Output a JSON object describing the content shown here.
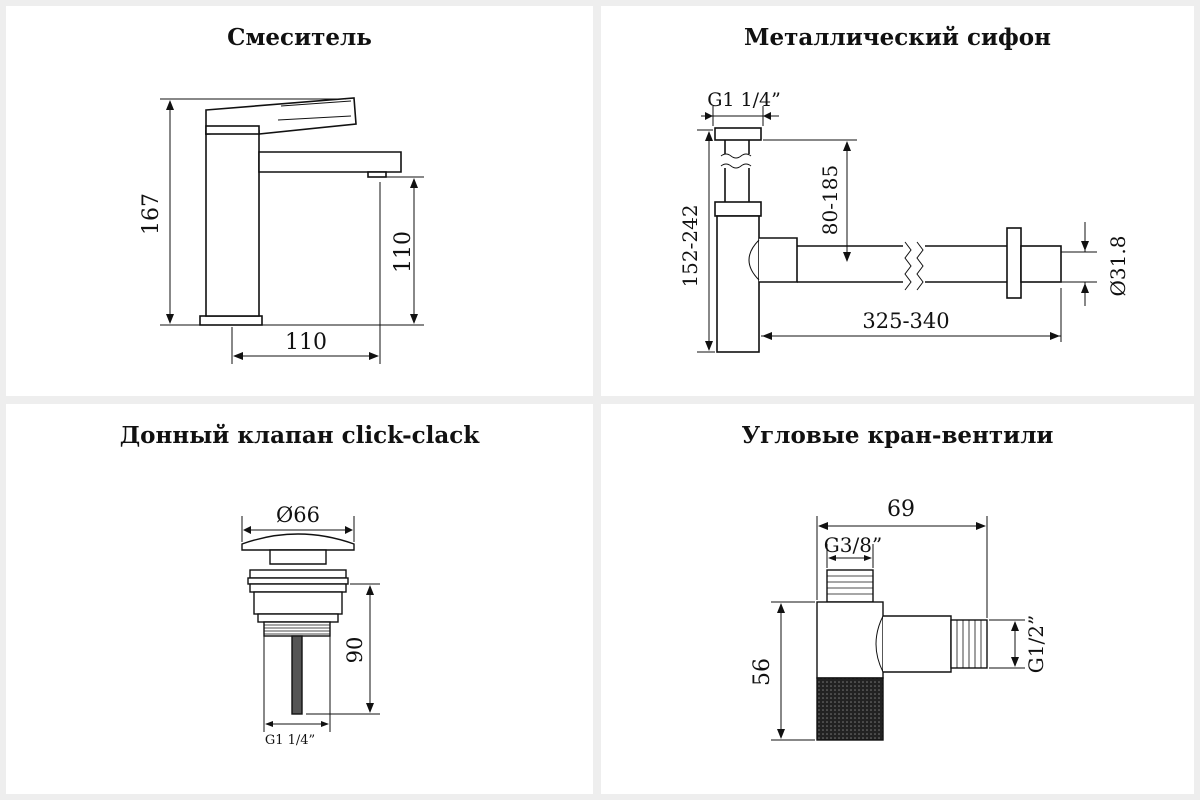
{
  "panels": {
    "mixer": {
      "title": "Смеситель",
      "dims": {
        "height_total": "167",
        "spout_height": "110",
        "spout_reach": "110"
      }
    },
    "siphon": {
      "title": "Металлический сифон",
      "dims": {
        "thread": "G1 1/4”",
        "height_range": "152-242",
        "outlet_height": "80-185",
        "length_range": "325-340",
        "diameter": "Ø31.8"
      }
    },
    "drain": {
      "title": "Донный клапан click-clack",
      "dims": {
        "diameter": "Ø66",
        "height": "90",
        "thread": "G1 1/4”"
      }
    },
    "valves": {
      "title": "Угловые кран-вентили",
      "dims": {
        "width": "69",
        "thread_in": "G3/8”",
        "height": "56",
        "thread_out": "G1/2”"
      }
    }
  },
  "colors": {
    "background": "#eeeeee",
    "panel": "#ffffff",
    "line": "#111111"
  }
}
